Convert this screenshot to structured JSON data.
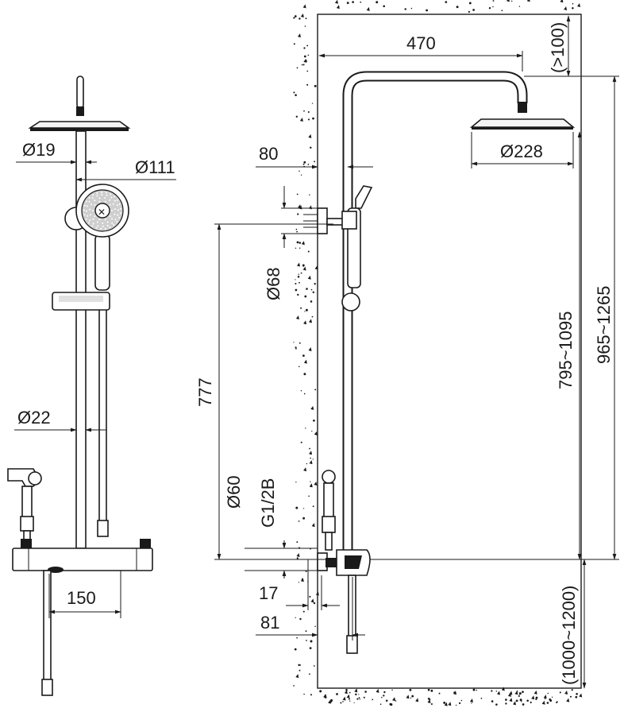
{
  "dimensions": {
    "front": {
      "pipe_upper": "Ø19",
      "handshower": "Ø111",
      "pipe_lower": "Ø22",
      "spout": "150"
    },
    "side": {
      "arm_length": "470",
      "top_clearance": "(>100)",
      "head_diameter": "Ø228",
      "wall_offset": "80",
      "flange": "Ø68",
      "height_range_inner": "795~1095",
      "height_range_outer": "965~1265",
      "slide_height": "777",
      "cover": "Ø60",
      "thread": "G1/2B",
      "centre_gap": "17",
      "body_depth": "81",
      "floor_height": "(1000~1200)"
    }
  }
}
